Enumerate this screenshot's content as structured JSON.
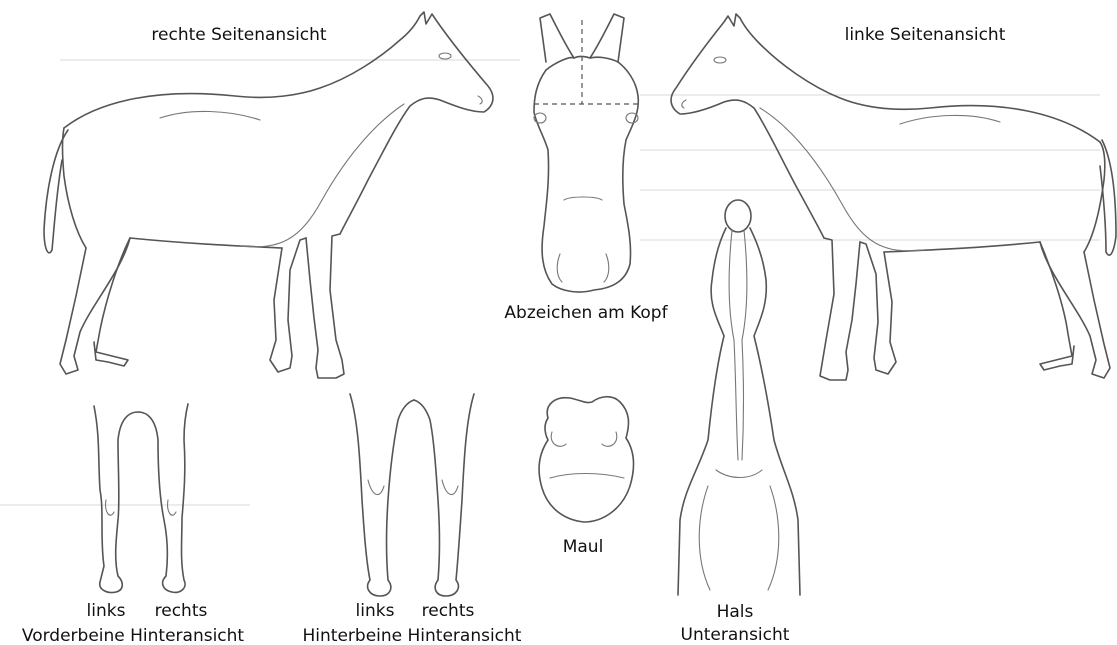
{
  "labels": {
    "right_side": "rechte Seitenansicht",
    "left_side": "linke Seitenansicht",
    "head": "Abzeichen am Kopf",
    "muzzle": "Maul",
    "front_legs": {
      "left": "links",
      "right": "rechts",
      "caption": "Vorderbeine Hinteransicht"
    },
    "hind_legs": {
      "left": "links",
      "right": "rechts",
      "caption": "Hinterbeine Hinteransicht"
    },
    "neck": {
      "line1": "Hals",
      "line2": "Unteransicht"
    }
  },
  "colors": {
    "ink": "#555555",
    "background": "#ffffff",
    "text": "#111111"
  }
}
